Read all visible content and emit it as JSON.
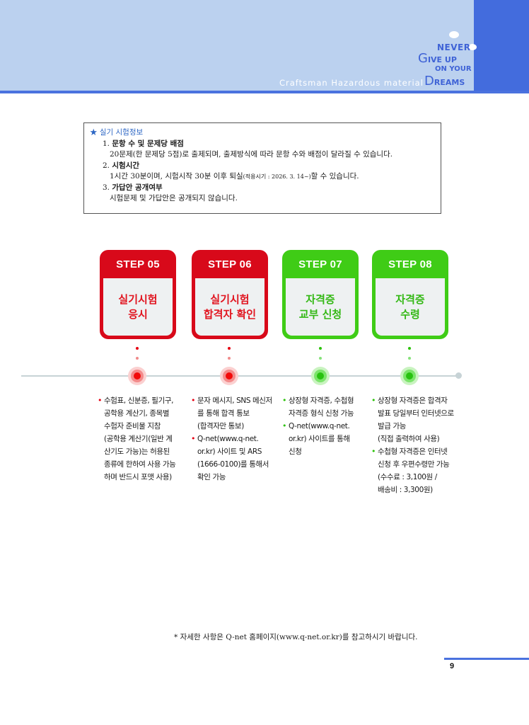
{
  "header": {
    "subtitle": "Craftsman Hazardous material",
    "motto": {
      "line1": "NEVER",
      "line2_big": "G",
      "line2": "IVE UP",
      "line3": "ON YOUR",
      "line4_big": "D",
      "line4": "REAMS"
    },
    "colors": {
      "banner": "#bbd1ef",
      "accent": "#436cdd"
    }
  },
  "info_box": {
    "title": "★ 실기 시험정보",
    "items": [
      {
        "number": "1.",
        "heading": "문항 수 및 문제당 배점",
        "description": "20문제(한 문제당 5점)로 출제되며, 출제방식에 따라 문항 수와 배점이 달라질 수 있습니다."
      },
      {
        "number": "2.",
        "heading": "시험시간",
        "description_pre": "1시간 30분이며, 시험시작 30분 이후 퇴실",
        "description_small": "(적용시기 : 2026. 3. 14~)",
        "description_post": "할 수 있습니다."
      },
      {
        "number": "3.",
        "heading": "가답안 공개여부",
        "description": "시험문제 및 가답안은 공개되지 않습니다."
      }
    ]
  },
  "steps": [
    {
      "label": "STEP 05",
      "title_line1": "실기시험",
      "title_line2": "응시",
      "color": "#d8091a"
    },
    {
      "label": "STEP 06",
      "title_line1": "실기시험",
      "title_line2": "합격자 확인",
      "color": "#d8091a"
    },
    {
      "label": "STEP 07",
      "title_line1": "자격증",
      "title_line2": "교부 신청",
      "color": "#3fcc16"
    },
    {
      "label": "STEP 08",
      "title_line1": "자격증",
      "title_line2": "수령",
      "color": "#3fcc16"
    }
  ],
  "descriptions": [
    {
      "bullets": [
        {
          "lines": [
            "수험표, 신분증, 필기구,",
            "공학용 계산기, 종목별",
            "수험자 준비물 지참",
            "(공학용 계산기(일반 계",
            "산기도 가능)는 허용된",
            "종류에 한하여 사용 가능",
            "하며 반드시 포맷 사용)"
          ]
        }
      ]
    },
    {
      "bullets": [
        {
          "lines": [
            "문자 메시지, SNS 메신저",
            "를 통해 합격 통보",
            "(합격자만 통보)"
          ]
        },
        {
          "lines": [
            "Q-net(www.q-net.",
            "or.kr) 사이트 및 ARS",
            "(1666-0100)를 통해서",
            "확인 가능"
          ]
        }
      ]
    },
    {
      "bullets": [
        {
          "lines": [
            "상장형 자격증, 수첩형",
            "자격증 형식 신청 가능"
          ]
        },
        {
          "lines": [
            "Q-net(www.q-net.",
            "or.kr) 사이트를 통해",
            "신청"
          ]
        }
      ]
    },
    {
      "bullets": [
        {
          "lines": [
            "상장형 자격증은 합격자",
            "발표 당일부터 인터넷으로",
            "발급 가능",
            "(직접 출력하여 사용)"
          ]
        },
        {
          "lines": [
            "수첩형 자격증은 인터넷",
            "신청 후 우편수령만 가능",
            "(수수료 : 3,100원 /",
            " 배송비 : 3,300원)"
          ]
        }
      ]
    }
  ],
  "bullet_glyph": "•",
  "footnote": "* 자세한 사항은 Q-net 홈페이지(www.q-net.or.kr)를 참고하시기 바랍니다.",
  "page_number": "9"
}
